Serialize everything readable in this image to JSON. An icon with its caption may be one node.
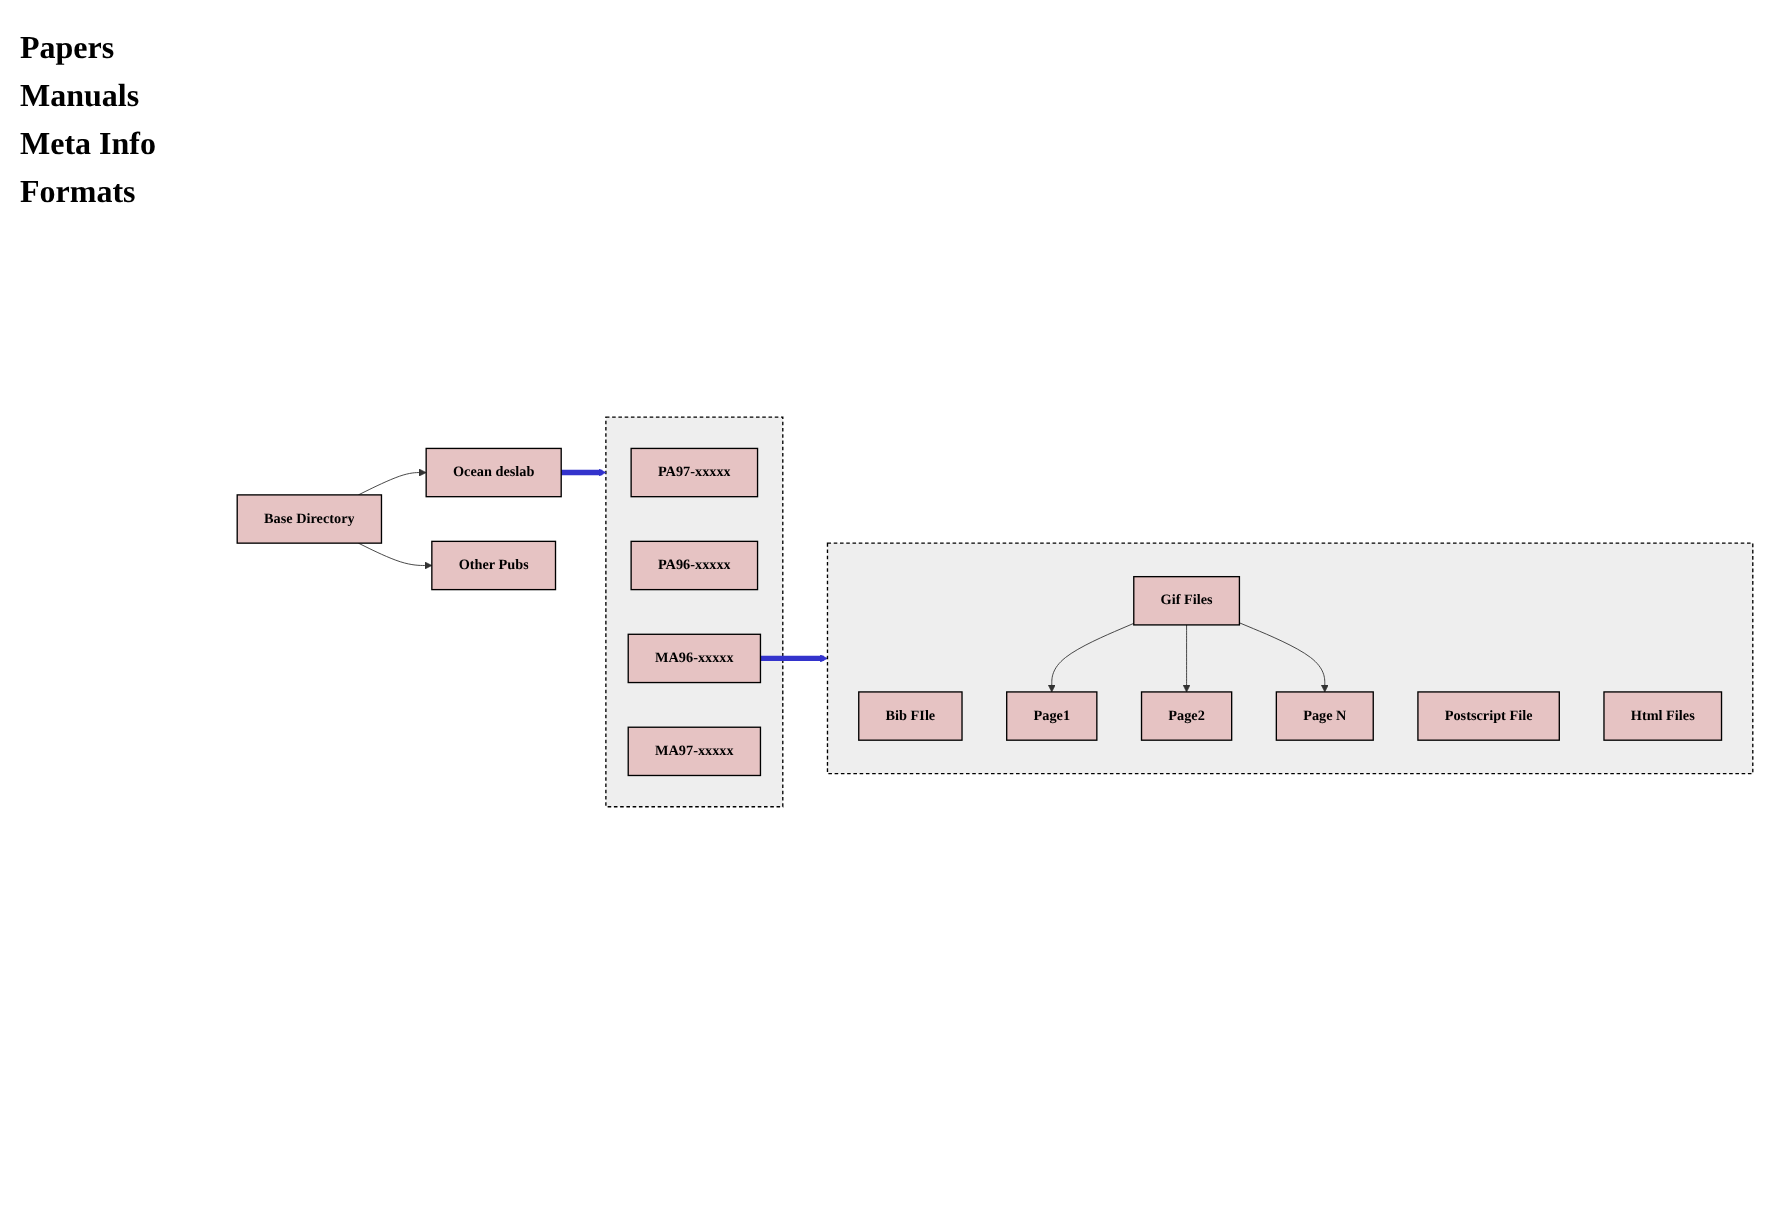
{
  "diagram": {
    "nodes": [
      {
        "text": [
          "Base Directory"
        ]
      },
      {
        "text": [
          "Ocean deslab"
        ]
      },
      {
        "text": [
          "Other Pubs"
        ]
      },
      {
        "text": [],
        "shape": "box"
      },
      {
        "text": [
          "PA97-xxxxx"
        ],
        "in": 3
      },
      {
        "text": [
          "PA96-xxxxx"
        ],
        "in": 3
      },
      {
        "text": [
          "MA96-xxxxx"
        ],
        "in": 3
      },
      {
        "text": [
          "MA97-xxxxx"
        ],
        "in": 3
      },
      {
        "text": [],
        "shape": "box"
      },
      {
        "text": [
          "Bib FIle"
        ],
        "in": 8
      },
      {
        "text": [
          "Postscript File"
        ],
        "in": 8
      },
      {
        "text": [
          "Html Files"
        ],
        "in": 8
      },
      {
        "text": [
          "Gif Files"
        ],
        "in": 8
      },
      {
        "text": [
          "Page1"
        ],
        "in": 8
      },
      {
        "text": [
          "Page2"
        ],
        "in": 8
      },
      {
        "text": [
          "Page N"
        ],
        "in": 8
      }
    ],
    "edges": [
      {
        "from": 0,
        "to": 1,
        "arrow": "to"
      },
      {
        "from": 0,
        "to": 2,
        "arrow": "to"
      },
      {
        "from": 1,
        "to": 3,
        "arrow": "to",
        "style": "thick",
        "color": "#3333cc"
      },
      {
        "from": 6,
        "to": 8,
        "arrow": "to",
        "style": "thick",
        "color": "#3333cc"
      },
      {
        "from": 12,
        "to": 13,
        "arrow": "to"
      },
      {
        "from": 12,
        "to": 14,
        "arrow": "to"
      },
      {
        "from": 12,
        "to": 15,
        "arrow": "to"
      }
    ],
    "labels": [
      "Papers",
      "Manuals",
      "Meta Info",
      "Formats"
    ]
  }
}
